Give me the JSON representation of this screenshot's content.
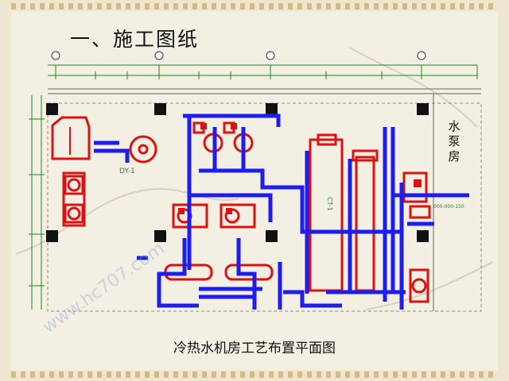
{
  "slide": {
    "title": "一、施工图纸",
    "caption": "冷热水机房工艺布置平面图",
    "room_label": "水泵房"
  },
  "drawing": {
    "equipment_tags": [
      "DY-1",
      "CT-1"
    ],
    "pipe_note": "000-000-150",
    "watermark": "www.hc707.com"
  },
  "colors": {
    "pipe_blue": "#1d1df0",
    "equipment_red": "#e01010",
    "column_black": "#111111",
    "dimension_green": "#1a8a1a",
    "background": "#f3efe3"
  }
}
